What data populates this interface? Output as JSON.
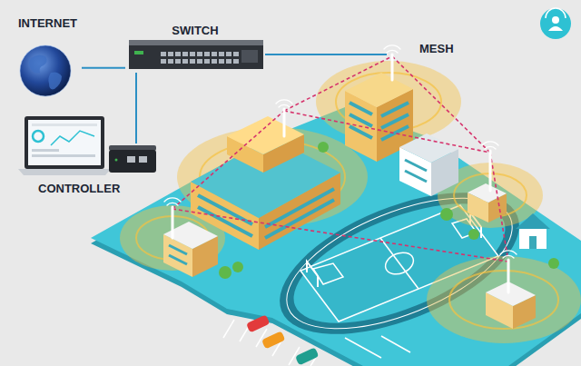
{
  "diagram": {
    "nodes": [
      {
        "text": [
          "INTERNET"
        ]
      },
      {
        "text": [
          "SWITCH"
        ]
      },
      {
        "text": [
          "CONTROLLER"
        ]
      }
    ],
    "edges": [
      {
        "from": 0,
        "to": 1,
        "arrow": "none"
      },
      {
        "from": 1,
        "to": 2,
        "arrow": "none"
      }
    ],
    "labels": [
      "MESH"
    ]
  }
}
